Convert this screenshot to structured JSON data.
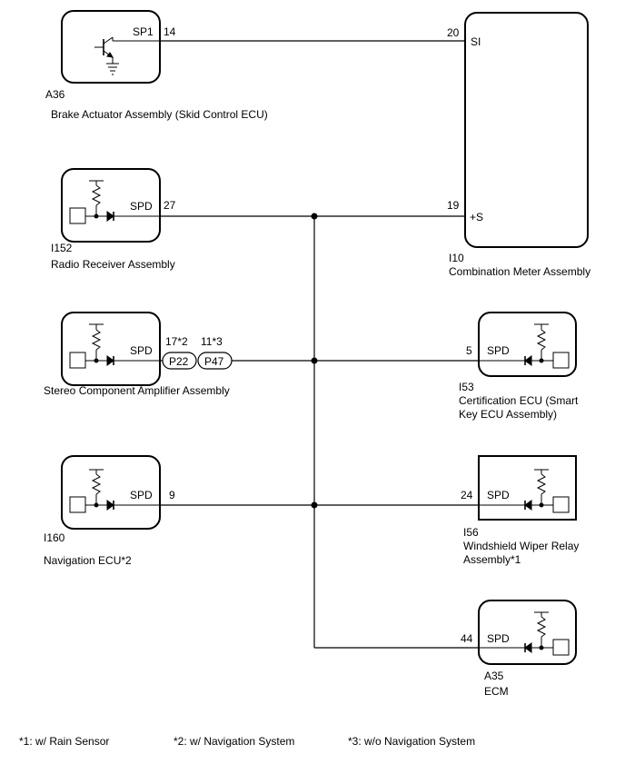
{
  "components": {
    "a36": {
      "code": "A36",
      "name": "Brake Actuator Assembly (Skid Control ECU)",
      "terminal": "SP1",
      "pin": "14"
    },
    "i10": {
      "code": "I10",
      "name": "Combination Meter Assembly",
      "terminal_si": "SI",
      "pin_si": "20",
      "terminal_s": "+S",
      "pin_s": "19"
    },
    "i152": {
      "code": "I152",
      "name": "Radio Receiver Assembly",
      "terminal": "SPD",
      "pin": "27"
    },
    "stereo": {
      "name": "Stereo Component Amplifier Assembly",
      "terminal": "SPD",
      "pin1": "17*2",
      "pin2": "11*3",
      "conn1": "P22",
      "conn2": "P47"
    },
    "i53": {
      "code": "I53",
      "name_line1": "Certification ECU (Smart",
      "name_line2": "Key ECU Assembly)",
      "terminal": "SPD",
      "pin": "5"
    },
    "i160": {
      "code": "I160",
      "name": "Navigation ECU*2",
      "terminal": "SPD",
      "pin": "9"
    },
    "i56": {
      "code": "I56",
      "name_line1": "Windshield Wiper Relay",
      "name_line2": "Assembly*1",
      "terminal": "SPD",
      "pin": "24"
    },
    "a35": {
      "code": "A35",
      "name": "ECM",
      "terminal": "SPD",
      "pin": "44"
    }
  },
  "footnotes": {
    "n1": "*1: w/ Rain Sensor",
    "n2": "*2: w/ Navigation System",
    "n3": "*3: w/o Navigation System"
  }
}
